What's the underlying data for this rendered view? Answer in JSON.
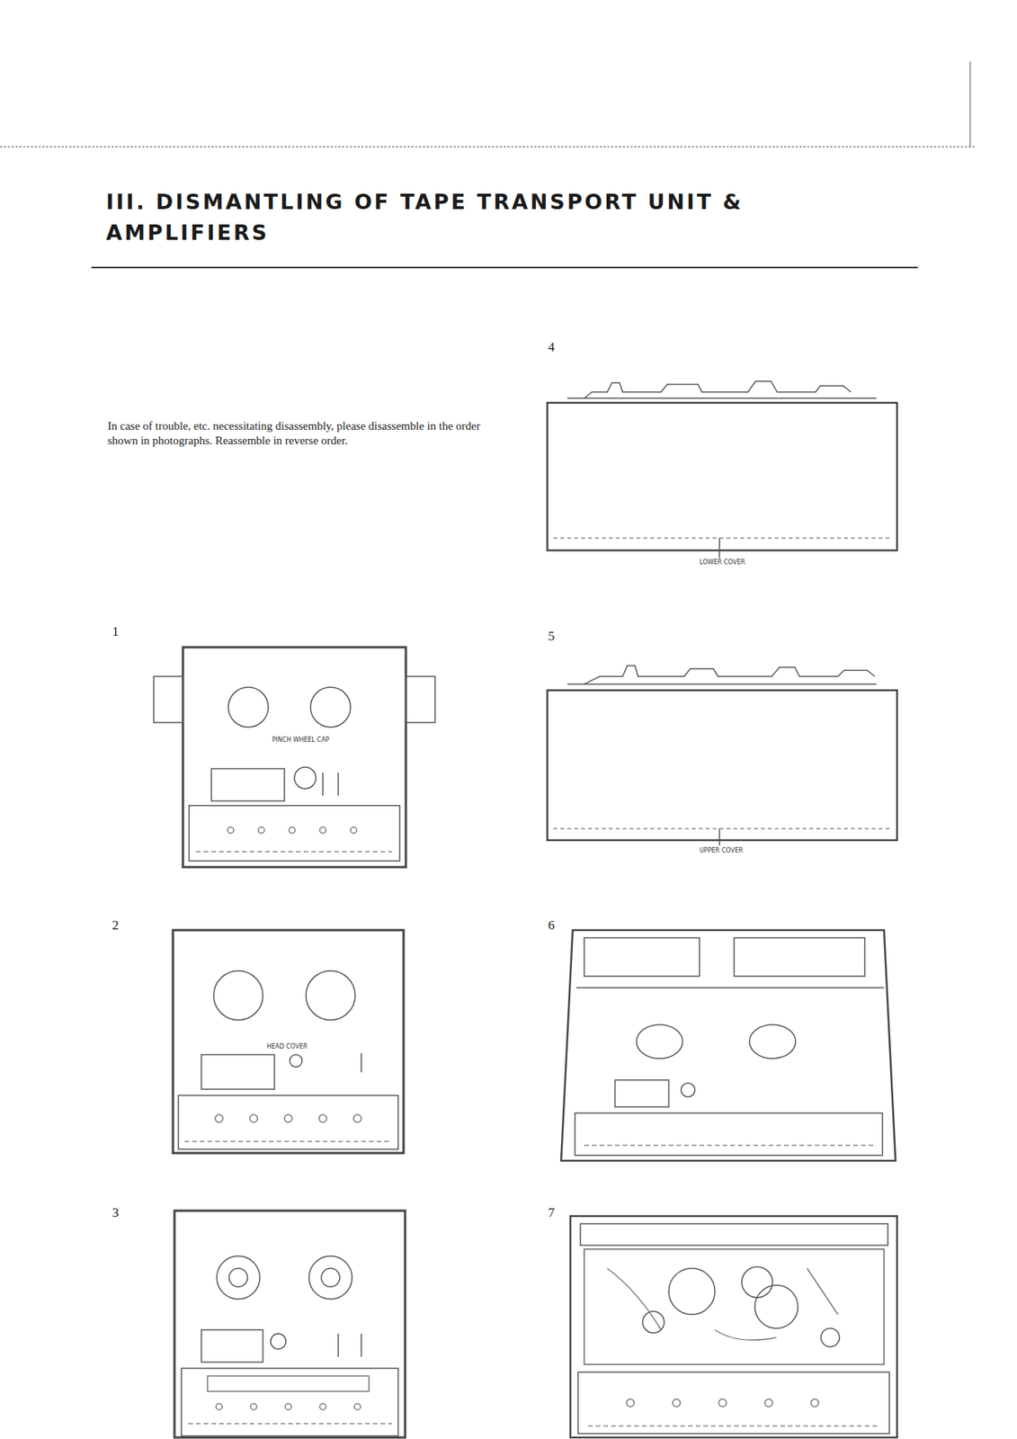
{
  "diagram": {
    "title": "III. DISMANTLING OF TAPE TRANSPORT UNIT & AMPLIFIERS",
    "labels": [
      "In case of trouble, etc. necessitating disassembly, please disassemble in the order shown in photographs. Reassemble in reverse order.",
      "1",
      "2",
      "3",
      "4",
      "5",
      "6",
      "7",
      "PINCH WHEEL CAP",
      "HEAD COVER",
      "LOWER COVER",
      "UPPER COVER"
    ]
  }
}
